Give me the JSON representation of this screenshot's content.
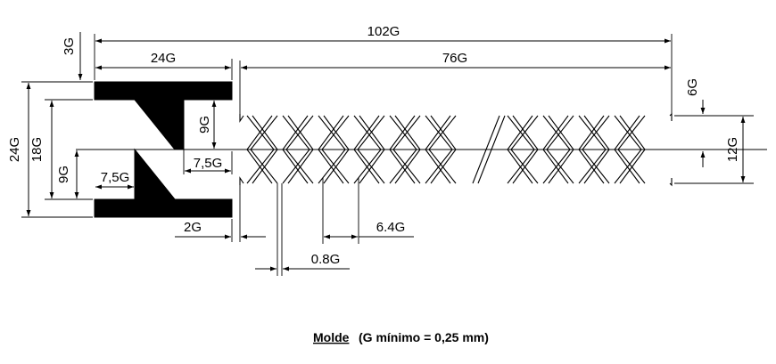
{
  "dimensions": {
    "overall_length": "102G",
    "block_length": "24G",
    "zigzag_length": "76G",
    "top_offset": "3G",
    "total_height": "24G",
    "inner_height": "18G",
    "upper_inner": "9G",
    "lower_inner": "9G",
    "upper_step": "7,5G",
    "lower_step": "7,5G",
    "right_offset": "6G",
    "zigzag_height": "12G",
    "gap": "2G",
    "pitch": "6.4G",
    "line_width": "0.8G"
  },
  "caption": {
    "title": "Molde",
    "note": "(G mínimo = 0,25 mm)"
  }
}
